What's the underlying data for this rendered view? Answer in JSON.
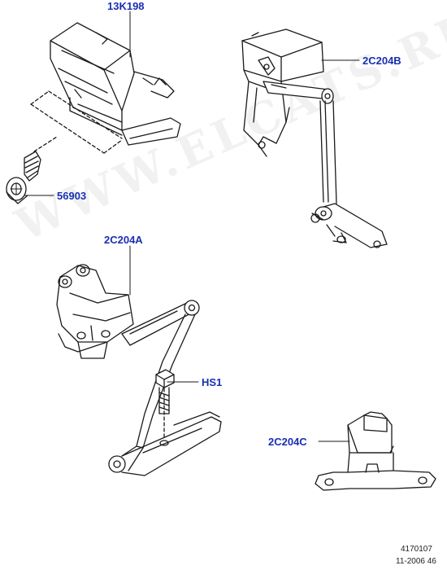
{
  "watermark": "WWW.ELCATS.RU",
  "labels": {
    "part_13k198": "13K198",
    "part_56903": "56903",
    "part_2c204b": "2C204B",
    "part_2c204a": "2C204A",
    "part_hs1": "HS1",
    "part_2c204c": "2C204C"
  },
  "footer": {
    "drawing_number": "4170107",
    "date_code": "11-2006 46"
  },
  "colors": {
    "label": "#1a2fb0",
    "line": "#1a1a1a"
  }
}
